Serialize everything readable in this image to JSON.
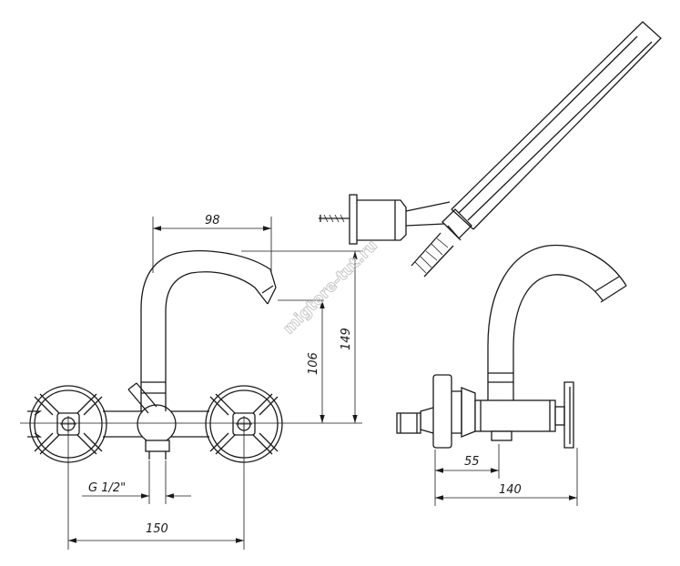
{
  "dimensions": {
    "spout_reach": "98",
    "height_total": "149",
    "height_axis": "106",
    "connection_thread": "G 1/2\"",
    "width_total": "150",
    "depth_axis": "55",
    "depth_total": "140"
  },
  "watermark": "migtore-tut.ru"
}
